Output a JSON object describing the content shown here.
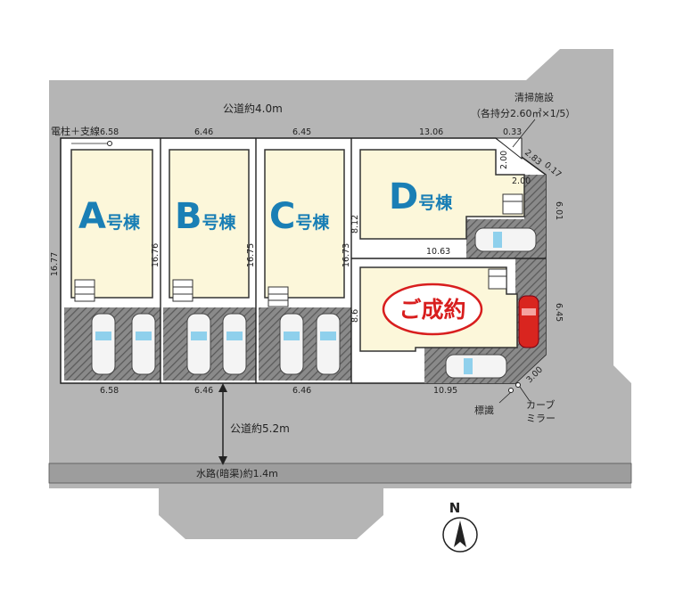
{
  "roads": {
    "north": "公道約4.0m",
    "south": "公道約5.2m",
    "waterway": "水路(暗渠)約1.4m"
  },
  "facilities": {
    "cleaning_line1": "清掃施設",
    "cleaning_line2": "（各持分2.60㎡×1/5）",
    "pole": "電柱＋支線",
    "sign": "標識",
    "mirror_line1": "カーブ",
    "mirror_line2": "ミラー"
  },
  "lots": [
    {
      "letter": "A",
      "suffix": "号棟"
    },
    {
      "letter": "B",
      "suffix": "号棟"
    },
    {
      "letter": "C",
      "suffix": "号棟"
    },
    {
      "letter": "D",
      "suffix": "号棟"
    }
  ],
  "sold_label": "ご成約",
  "compass": "N",
  "dimensions": {
    "top_a": "6.58",
    "top_b": "6.46",
    "top_c": "6.45",
    "top_d": "13.06",
    "top_e": "0.33",
    "bottom_a": "6.58",
    "bottom_b": "6.46",
    "bottom_c": "6.46",
    "bottom_d": "10.95",
    "left_a": "16.77",
    "side_ab": "16.76",
    "side_bc": "16.75",
    "side_cd": "16.73",
    "d_left": "8.12",
    "d_mid": "10.63",
    "sold_left": "8.6",
    "right_upper": "6.01",
    "right_lower": "6.45",
    "corner_diag": "3.00",
    "chamfer_a": "2.83",
    "chamfer_b": "0.17",
    "c1": "2.00",
    "c2": "2.00"
  }
}
